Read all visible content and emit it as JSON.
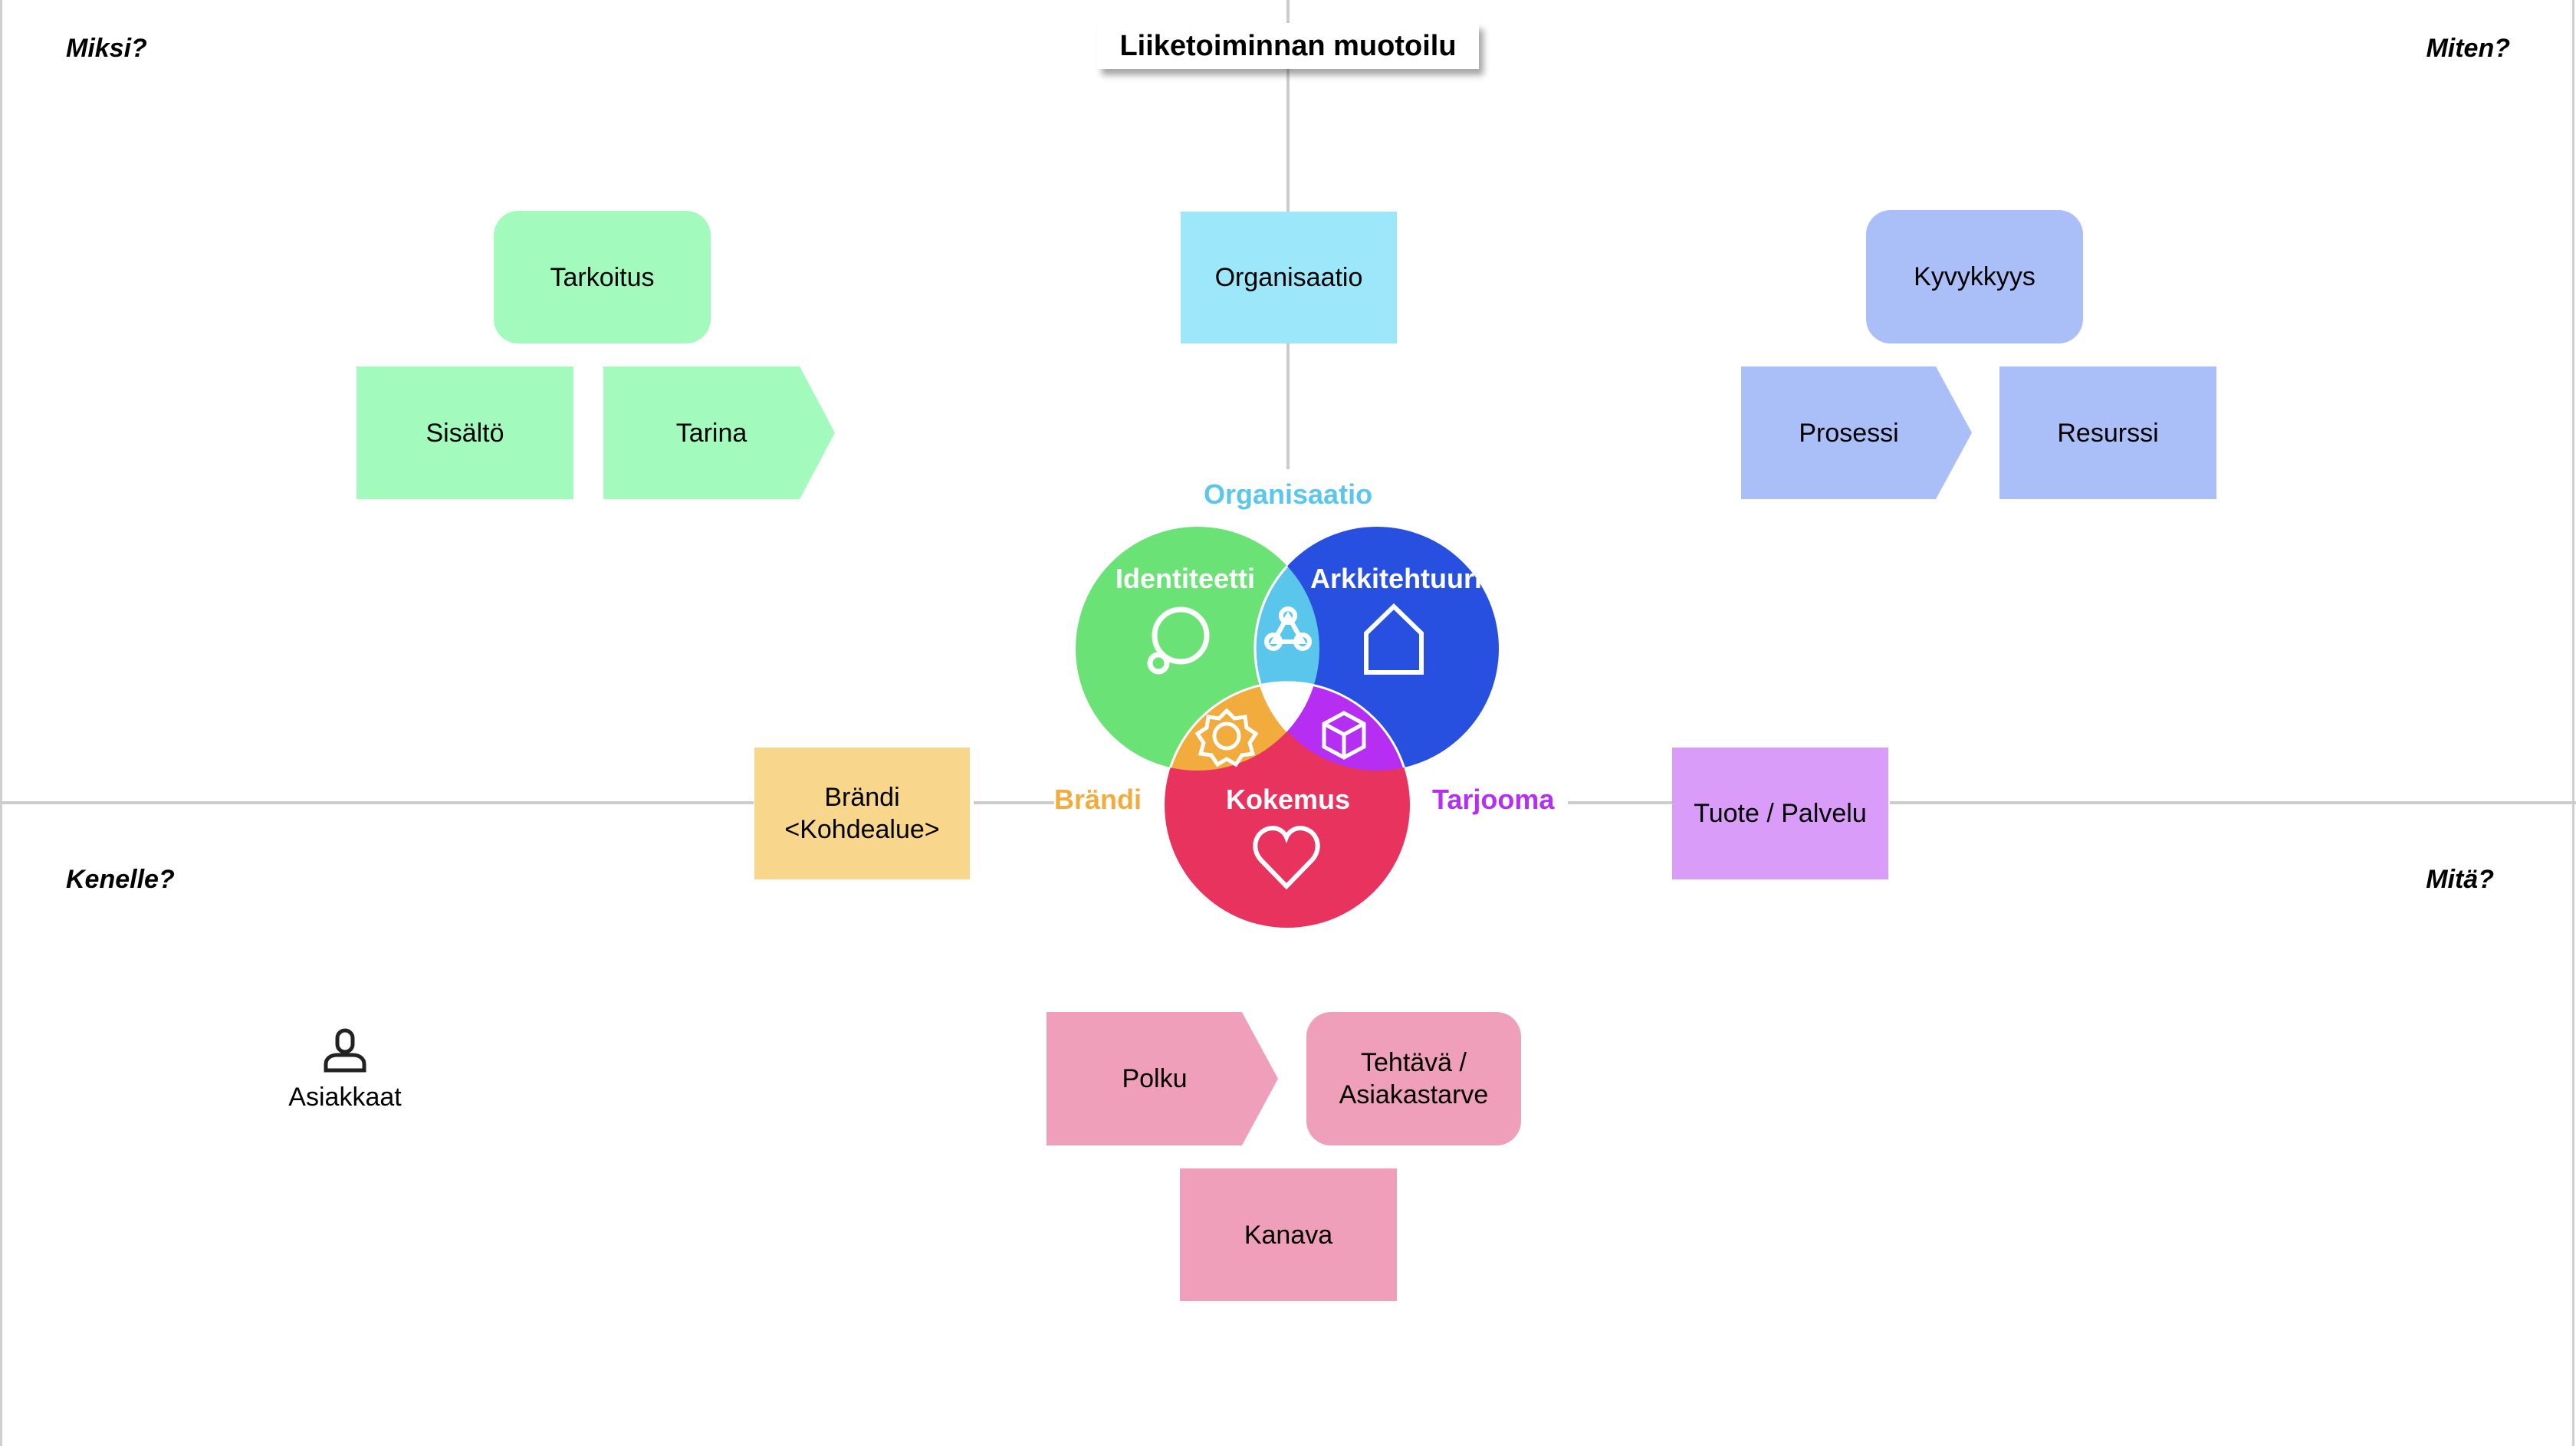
{
  "title": "Liiketoiminnan muotoilu",
  "quadrants": {
    "top_left": "Miksi?",
    "top_right": "Miten?",
    "bottom_left": "Kenelle?",
    "bottom_right": "Mitä?"
  },
  "why": {
    "purpose": "Tarkoitus",
    "content": "Sisältö",
    "story": "Tarina"
  },
  "organisation": {
    "box": "Organisaatio"
  },
  "how": {
    "capability": "Kyvykkyys",
    "process": "Prosessi",
    "resource": "Resurssi"
  },
  "brand_box": {
    "line1": "Brändi",
    "line2": "<Kohdealue>"
  },
  "offering_box": "Tuote / Palvelu",
  "venn": {
    "top_label": "Organisaatio",
    "left_label": "Brändi",
    "right_label": "Tarjooma",
    "circles": {
      "identity": "Identiteetti",
      "architecture": "Arkkitehtuuri",
      "experience": "Kokemus"
    },
    "icons": {
      "identity": "thought-bubble-icon",
      "architecture": "house-icon",
      "experience": "heart-icon",
      "organisation": "network-triangle-icon",
      "brand": "sun-badge-icon",
      "offering": "cube-icon"
    },
    "colors": {
      "identity": "#6be276",
      "architecture": "#2850e0",
      "experience": "#e9335f",
      "organisation": "#5bc6ec",
      "brand": "#f2ac3e",
      "offering": "#b52ef2",
      "center": "#ffffff"
    }
  },
  "what": {
    "path": "Polku",
    "task_line1": "Tehtävä /",
    "task_line2": "Asiakastarve",
    "channel": "Kanava"
  },
  "customers": {
    "label": "Asiakkaat",
    "icon": "person-icon"
  },
  "colors": {
    "why": "#a2fbbd",
    "organisation_box": "#9ce8fa",
    "how": "#aabff8",
    "brand_box": "#f8d78d",
    "offering_box": "#d99cf8",
    "what": "#f09fbb",
    "axis_line": "#cccccc"
  }
}
